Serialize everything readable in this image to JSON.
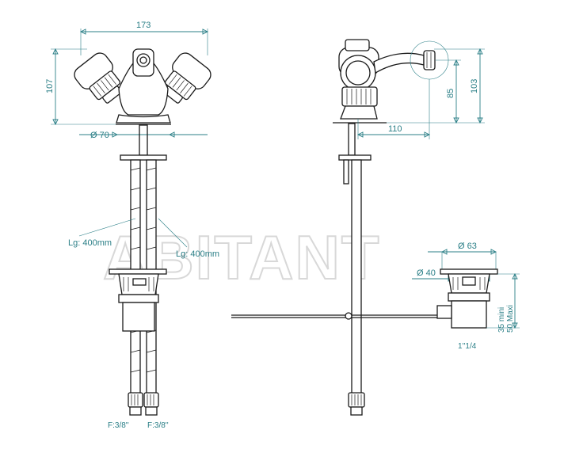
{
  "watermark": "ABITANT",
  "colors": {
    "dimension": "#2b7f87",
    "outline": "#1a1a1a",
    "watermark": "#d8d8d8"
  },
  "front_view": {
    "width_dim": "173",
    "height_dim": "107",
    "base_diameter": "Ø 70",
    "hose_left_length": "Lg: 400mm",
    "hose_right_length": "Lg: 400mm",
    "connection_left": "F:3/8''",
    "connection_right": "F:3/8''"
  },
  "side_view": {
    "spout_reach": "110",
    "spout_height": "85",
    "total_height": "103"
  },
  "waste_view": {
    "outer_diameter": "Ø 63",
    "inner_diameter": "Ø 40",
    "thickness_range_1": "35 mini",
    "thickness_range_2": "50 Maxi",
    "thread": "1''1/4"
  }
}
